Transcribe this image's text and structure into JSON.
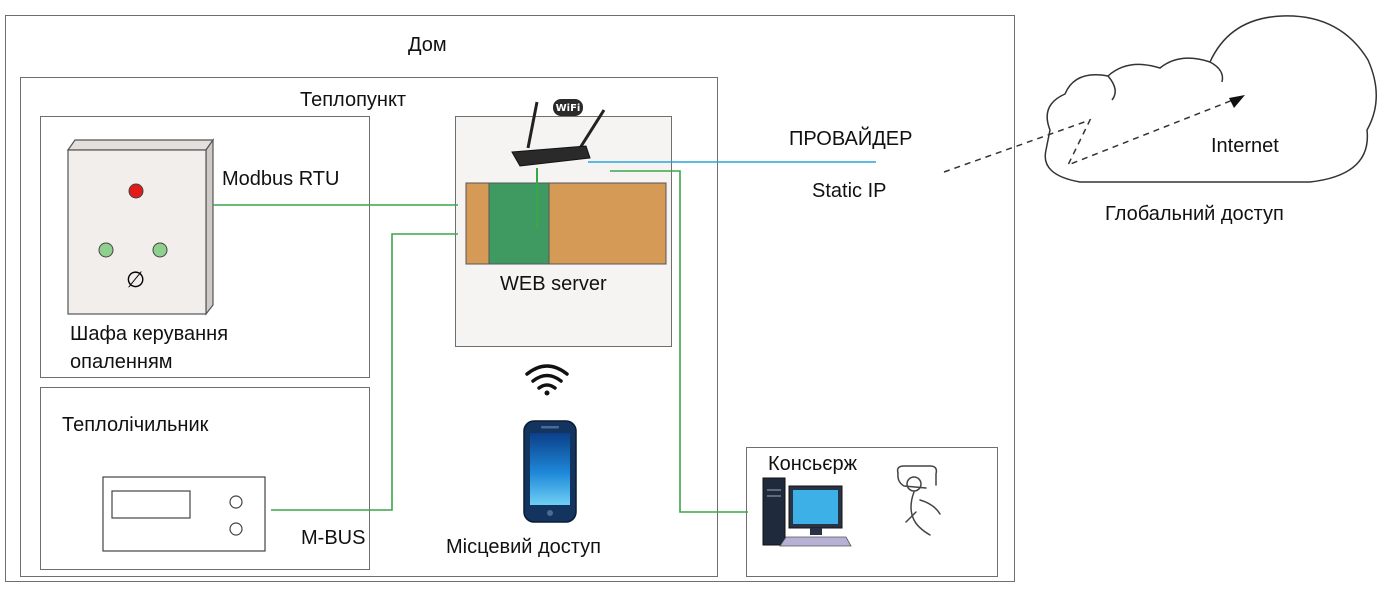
{
  "house": {
    "title": "Дом"
  },
  "heat_point": {
    "title": "Теплопункт"
  },
  "cabinet": {
    "label_line1": "Шафа керування",
    "label_line2": "опаленням",
    "symbol": "∅"
  },
  "heat_meter": {
    "title": "Теплолічильник"
  },
  "server": {
    "label": "WEB server",
    "router_badge": "WiFi"
  },
  "links": {
    "modbus": "Modbus RTU",
    "mbus": "M-BUS",
    "provider": "ПРОВАЙДЕР",
    "static_ip": "Static IP"
  },
  "local_access": {
    "label": "Місцевий доступ"
  },
  "concierge": {
    "title": "Консьєрж"
  },
  "internet": {
    "label": "Internet",
    "global_access": "Глобальний доступ"
  },
  "colors": {
    "green_line": "#3aa64a",
    "blue_line": "#2aa5d6",
    "server_orange": "#d59a56",
    "server_green": "#3f9a62",
    "box_border": "#6f6f6f"
  },
  "icons": [
    "wifi-router-icon",
    "wifi-signal-icon",
    "smartphone-icon",
    "desktop-computer-icon",
    "sleeping-person-icon",
    "cloud-icon"
  ]
}
